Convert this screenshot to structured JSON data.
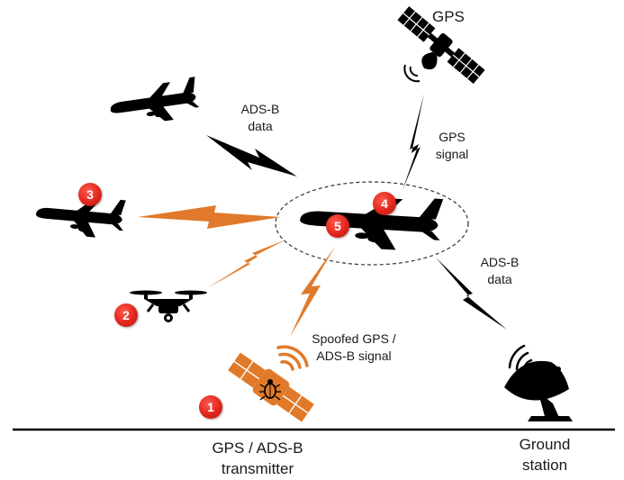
{
  "labels": {
    "gps_title": "GPS",
    "adsb_top": [
      "ADS-B",
      "data"
    ],
    "gps_signal": [
      "GPS",
      "signal"
    ],
    "adsb_right": [
      "ADS-B",
      "data"
    ],
    "spoofed": [
      "Spoofed GPS /",
      "ADS-B signal"
    ],
    "transmitter": [
      "GPS / ADS-B",
      "transmitter"
    ],
    "ground_station": [
      "Ground",
      "station"
    ]
  },
  "badges": {
    "b1": "1",
    "b2": "2",
    "b3": "3",
    "b4": "4",
    "b5": "5"
  },
  "colors": {
    "attack": "#e07a2a",
    "legit": "#000000",
    "badge": "#e0261c",
    "transmitter": "#e07a2a"
  }
}
